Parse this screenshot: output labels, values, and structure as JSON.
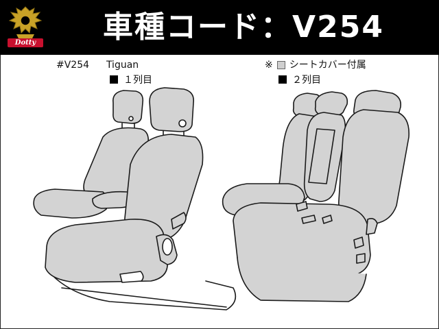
{
  "banner": {
    "title": "車種コード：V254",
    "logo_text": "Dotty",
    "colors": {
      "background": "#000000",
      "text": "#ffffff",
      "logo_badge": "#c8102e",
      "crest": "#c9a227"
    }
  },
  "model": {
    "code": "#V254",
    "name": "Tiguan"
  },
  "front_row": {
    "label": "１列目"
  },
  "rear_row": {
    "note_mark": "※",
    "note_text": "シートカバー付属",
    "label": "２列目"
  },
  "illustration": {
    "seat_fill": "#d3d3d3",
    "outline": "#1a1a1a"
  }
}
